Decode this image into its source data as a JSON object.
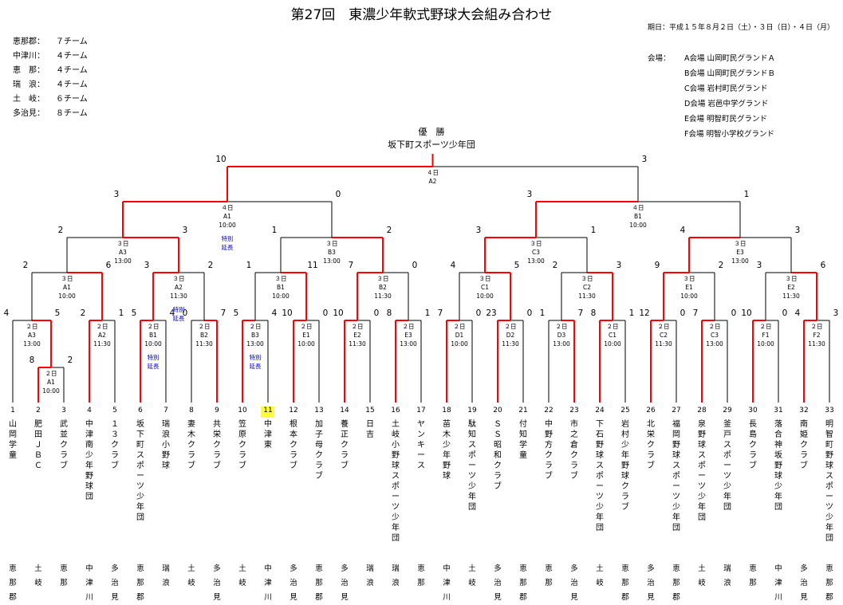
{
  "title": "第27回　東濃少年軟式野球大会組み合わせ",
  "dates": "期日：平成１５年８月２日（土）・３日（日）・４日（月）",
  "region_counts": [
    {
      "name": "恵那郡：",
      "count": "７チーム"
    },
    {
      "name": "中津川：",
      "count": "４チーム"
    },
    {
      "name": "恵　那：",
      "count": "４チーム"
    },
    {
      "name": "瑞　浪：",
      "count": "４チーム"
    },
    {
      "name": "土　岐：",
      "count": "６チーム"
    },
    {
      "name": "多治見：",
      "count": "８チーム"
    }
  ],
  "venue_label": "会場：",
  "venues": [
    {
      "code": "A会場",
      "name": "山岡町民グランドＡ"
    },
    {
      "code": "B会場",
      "name": "山岡町民グランドＢ"
    },
    {
      "code": "C会場",
      "name": "岩村町民グランド"
    },
    {
      "code": "D会場",
      "name": "岩邑中学グランド"
    },
    {
      "code": "E会場",
      "name": "明智町民グランド"
    },
    {
      "code": "F会場",
      "name": "明智小学校グランド"
    }
  ],
  "champion_label": "優　勝",
  "champion": "坂下町スポーツ少年団",
  "special_note": [
    "特別",
    "延長"
  ],
  "teams": [
    {
      "no": "1",
      "name": "山岡学童",
      "region": "恵那郡"
    },
    {
      "no": "2",
      "name": "肥田ＪＢＣ",
      "region": "土岐"
    },
    {
      "no": "3",
      "name": "武並クラブ",
      "region": "恵那"
    },
    {
      "no": "4",
      "name": "中津南少年野球団",
      "region": "中津川"
    },
    {
      "no": "5",
      "name": "１３クラブ",
      "region": "多治見"
    },
    {
      "no": "6",
      "name": "坂下町スポーツ少年団",
      "region": "恵那郡"
    },
    {
      "no": "7",
      "name": "瑞浪小野球",
      "region": "瑞浪"
    },
    {
      "no": "8",
      "name": "妻木クラブ",
      "region": "土岐"
    },
    {
      "no": "9",
      "name": "共栄クラブ",
      "region": "多治見"
    },
    {
      "no": "10",
      "name": "笠原クラブ",
      "region": "土岐"
    },
    {
      "no": "11",
      "name": "中津東",
      "region": "中津川"
    },
    {
      "no": "12",
      "name": "根本クラブ",
      "region": "多治見"
    },
    {
      "no": "13",
      "name": "加子母クラブ",
      "region": "恵那郡"
    },
    {
      "no": "14",
      "name": "養正クラブ",
      "region": "多治見"
    },
    {
      "no": "15",
      "name": "日吉",
      "region": "瑞浪"
    },
    {
      "no": "16",
      "name": "土岐小野球スポーツ少年団",
      "region": "瑞浪"
    },
    {
      "no": "17",
      "name": "ヤンキース",
      "region": "恵那"
    },
    {
      "no": "18",
      "name": "苗木少年野球",
      "region": "中津川"
    },
    {
      "no": "19",
      "name": "駄知スポーツ少年団",
      "region": "土岐"
    },
    {
      "no": "20",
      "name": "ＳＳ昭和クラブ",
      "region": "多治見"
    },
    {
      "no": "21",
      "name": "付知学童",
      "region": "恵那郡"
    },
    {
      "no": "22",
      "name": "中野方クラブ",
      "region": "恵那"
    },
    {
      "no": "23",
      "name": "市之倉クラブ",
      "region": "多治見"
    },
    {
      "no": "24",
      "name": "下石野球スポーツ少年団",
      "region": "土岐"
    },
    {
      "no": "25",
      "name": "岩村少年野球クラブ",
      "region": "恵那郡"
    },
    {
      "no": "26",
      "name": "北栄クラブ",
      "region": "多治見"
    },
    {
      "no": "27",
      "name": "福岡野球スポーツ少年団",
      "region": "恵那郡"
    },
    {
      "no": "28",
      "name": "泉野球スポーツ少年団",
      "region": "土岐"
    },
    {
      "no": "29",
      "name": "釜戸スポーツ少年団",
      "region": "瑞浪"
    },
    {
      "no": "30",
      "name": "長島クラブ",
      "region": "恵那"
    },
    {
      "no": "31",
      "name": "落合神坂野球少年団",
      "region": "中津川"
    },
    {
      "no": "32",
      "name": "南姫クラブ",
      "region": "多治見"
    },
    {
      "no": "33",
      "name": "明智町野球スポーツ少年団",
      "region": "恵那郡"
    }
  ],
  "highlight_team_no": "11",
  "colors": {
    "winner_line": "#ff0000",
    "line": "#000000",
    "note": "#0000cc",
    "highlight": "#ffff33"
  },
  "matches": {
    "r0_A1": {
      "lines": [
        "２日",
        "A1",
        "10:00"
      ],
      "scores": [
        "8",
        "2"
      ]
    },
    "r1_A3": {
      "lines": [
        "２日",
        "A3",
        "13:00"
      ],
      "scores": [
        "4",
        "5"
      ]
    },
    "r1_A2": {
      "lines": [
        "２日",
        "A2",
        "11:30"
      ],
      "scores": [
        "2",
        "1"
      ]
    },
    "r1_B1": {
      "lines": [
        "２日",
        "B1",
        "10:00"
      ],
      "scores": [
        "5",
        "4"
      ],
      "note": true
    },
    "r1_B2": {
      "lines": [
        "２日",
        "B2",
        "11:30"
      ],
      "scores": [
        "0",
        "7"
      ]
    },
    "r1_B3": {
      "lines": [
        "２日",
        "B3",
        "13:00"
      ],
      "scores": [
        "5",
        "4"
      ],
      "note": true
    },
    "r1_E1": {
      "lines": [
        "２日",
        "E1",
        "10:00"
      ],
      "scores": [
        "10",
        "0"
      ]
    },
    "r1_E2": {
      "lines": [
        "２日",
        "E2",
        "11:30"
      ],
      "scores": [
        "10",
        "0"
      ]
    },
    "r1_E3": {
      "lines": [
        "２日",
        "E3",
        "13:00"
      ],
      "scores": [
        "8",
        "1"
      ]
    },
    "r1_D1": {
      "lines": [
        "２日",
        "D1",
        "10:00"
      ],
      "scores": [
        "7",
        "0"
      ]
    },
    "r1_D2": {
      "lines": [
        "２日",
        "D2",
        "11:30"
      ],
      "scores": [
        "23",
        "0"
      ]
    },
    "r1_D3": {
      "lines": [
        "２日",
        "D3",
        "13:00"
      ],
      "scores": [
        "1",
        "7"
      ]
    },
    "r1_C1": {
      "lines": [
        "２日",
        "C1",
        "10:00"
      ],
      "scores": [
        "8",
        "1"
      ]
    },
    "r1_C2": {
      "lines": [
        "２日",
        "C2",
        "11:30"
      ],
      "scores": [
        "12",
        "0"
      ]
    },
    "r1_C3": {
      "lines": [
        "２日",
        "C3",
        "13:00"
      ],
      "scores": [
        "7",
        "0"
      ]
    },
    "r1_F1": {
      "lines": [
        "２日",
        "F1",
        "10:00"
      ],
      "scores": [
        "10",
        "0"
      ]
    },
    "r1_F2": {
      "lines": [
        "２日",
        "F2",
        "11:30"
      ],
      "scores": [
        "4",
        "3"
      ]
    },
    "r2_A1": {
      "lines": [
        "３日",
        "A1",
        "10:00"
      ],
      "scores": [
        "2",
        "6"
      ]
    },
    "r2_A2": {
      "lines": [
        "３日",
        "A2",
        "11:30"
      ],
      "scores": [
        "3",
        "2"
      ],
      "note": true
    },
    "r2_B1": {
      "lines": [
        "３日",
        "B1",
        "10:00"
      ],
      "scores": [
        "1",
        "11"
      ]
    },
    "r2_B2": {
      "lines": [
        "３日",
        "B2",
        "11:30"
      ],
      "scores": [
        "7",
        "0"
      ]
    },
    "r2_C1": {
      "lines": [
        "３日",
        "C1",
        "10:00"
      ],
      "scores": [
        "4",
        "5"
      ]
    },
    "r2_C2": {
      "lines": [
        "３日",
        "C2",
        "11:30"
      ],
      "scores": [
        "2",
        "3"
      ]
    },
    "r2_E1": {
      "lines": [
        "３日",
        "E1",
        "10:00"
      ],
      "scores": [
        "9",
        "2"
      ]
    },
    "r2_E2": {
      "lines": [
        "３日",
        "E2",
        "11:30"
      ],
      "scores": [
        "3",
        "6"
      ]
    },
    "r3_A3": {
      "lines": [
        "３日",
        "A3",
        "13:00"
      ],
      "scores": [
        "2",
        "3"
      ]
    },
    "r3_B3": {
      "lines": [
        "３日",
        "B3",
        "13:00"
      ],
      "scores": [
        "1",
        "2"
      ]
    },
    "r3_C3": {
      "lines": [
        "３日",
        "C3",
        "13:00"
      ],
      "scores": [
        "3",
        "1"
      ]
    },
    "r3_E3": {
      "lines": [
        "３日",
        "E3",
        "13:00"
      ],
      "scores": [
        "4",
        "3"
      ]
    },
    "r4_A1": {
      "lines": [
        "４日",
        "A1",
        "10:00"
      ],
      "scores": [
        "3",
        "0"
      ],
      "note": true
    },
    "r4_B1": {
      "lines": [
        "４日",
        "B1",
        "10:00"
      ],
      "scores": [
        "3",
        "1"
      ]
    },
    "final": {
      "lines": [
        "４日",
        "A2"
      ],
      "scores": [
        "10",
        "3"
      ]
    }
  }
}
